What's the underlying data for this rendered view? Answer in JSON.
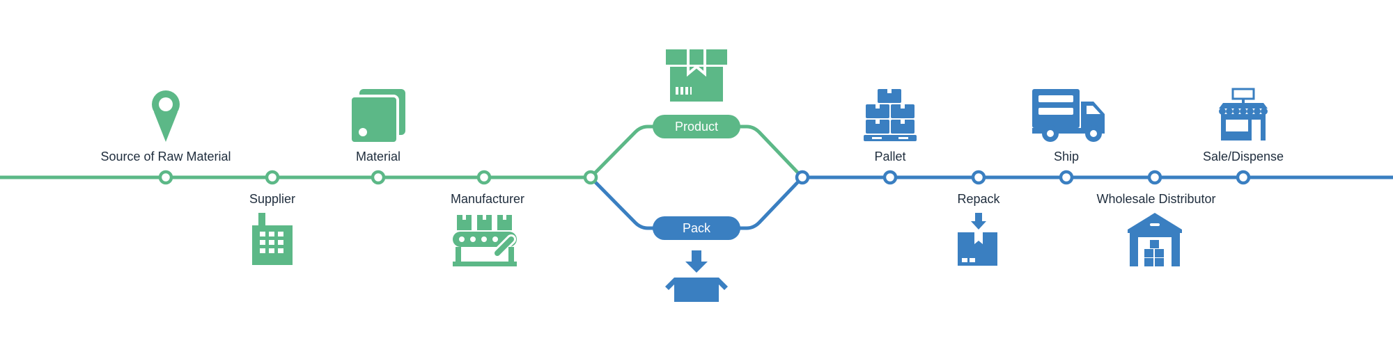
{
  "colors": {
    "green": "#5cb887",
    "blue": "#3a7fc1",
    "text": "#1f2d3d"
  },
  "stages": {
    "source": "Source of Raw Material",
    "supplier": "Supplier",
    "material": "Material",
    "manufacturer": "Manufacturer",
    "product": "Product",
    "pack": "Pack",
    "pallet": "Pallet",
    "repack": "Repack",
    "ship": "Ship",
    "wholesale": "Wholesale Distributor",
    "sale": "Sale/Dispense"
  },
  "icons": {
    "source": "map-pin-icon",
    "supplier": "factory-building-icon",
    "material": "stacked-sheets-icon",
    "manufacturer": "conveyor-belt-icon",
    "product": "product-box-icon",
    "pack": "open-box-arrow-icon",
    "pallet": "pallet-boxes-icon",
    "repack": "repack-box-icon",
    "ship": "delivery-truck-icon",
    "wholesale": "warehouse-icon",
    "sale": "storefront-icon"
  }
}
